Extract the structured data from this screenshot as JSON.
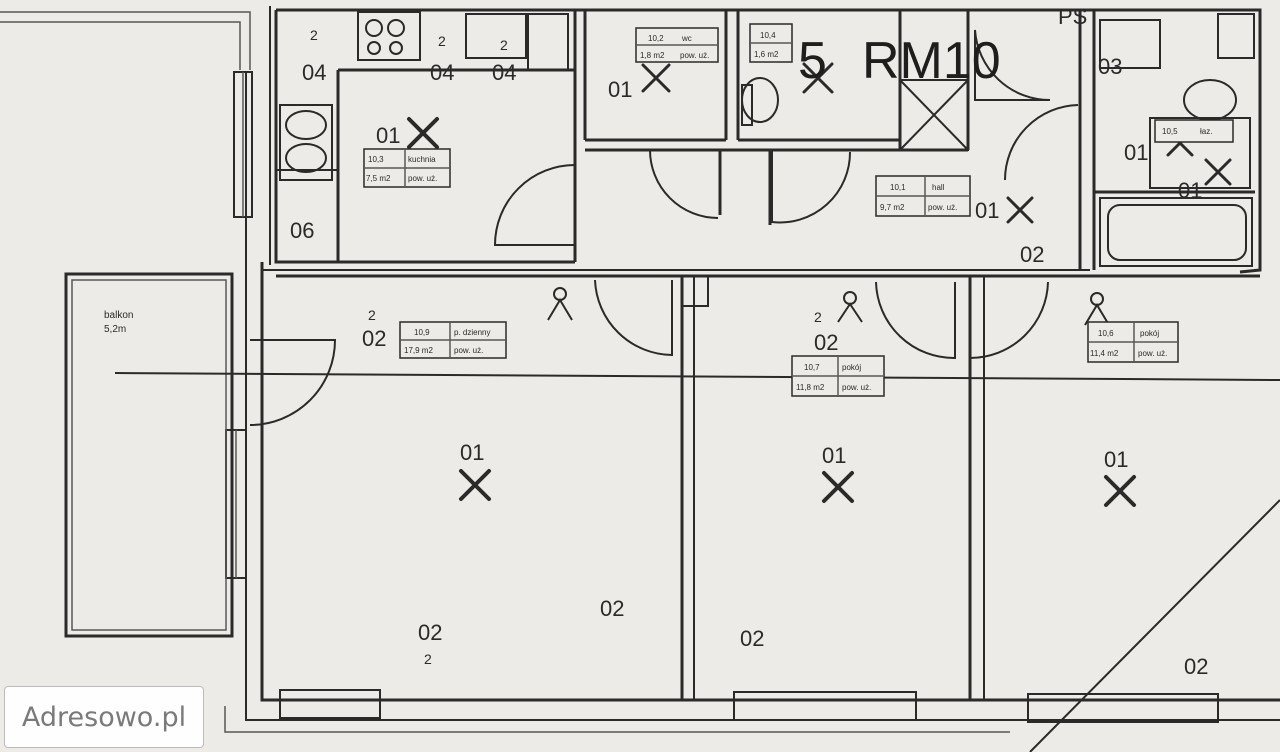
{
  "plan": {
    "unit_label": "RM10",
    "unit_prefix": "5",
    "ps_label": "PS",
    "balcony": {
      "name": "balkon",
      "area": "5,2m"
    }
  },
  "rooms": [
    {
      "id": "kitchen",
      "area": "10,3",
      "name": "kuchnia",
      "floor": "7,5 m2",
      "use": "pow. uż."
    },
    {
      "id": "wc",
      "area": "10,2",
      "name": "wc",
      "floor": "1,8 m2",
      "use": "pow. uż."
    },
    {
      "id": "bath-small",
      "area": "10,4",
      "name": "",
      "floor": "1,6 m2",
      "use": ""
    },
    {
      "id": "hall",
      "area": "10,1",
      "name": "hall",
      "floor": "9,7 m2",
      "use": "pow. uż."
    },
    {
      "id": "bath",
      "area": "10,5",
      "name": "łaz.",
      "floor": "",
      "use": ""
    },
    {
      "id": "living",
      "area": "10,9",
      "name": "p. dzienny",
      "floor": "17,9 m2",
      "use": "pow. uż."
    },
    {
      "id": "room1",
      "area": "10,7",
      "name": "pokój",
      "floor": "11,8 m2",
      "use": "pow. uż."
    },
    {
      "id": "room2",
      "area": "10,6",
      "name": "pokój",
      "floor": "11,4 m2",
      "use": "pow. uż."
    }
  ],
  "codes": {
    "c01": "01",
    "c02": "02",
    "c03": "03",
    "c04": "04",
    "c06": "06"
  },
  "watermark": "Adresowo.pl"
}
